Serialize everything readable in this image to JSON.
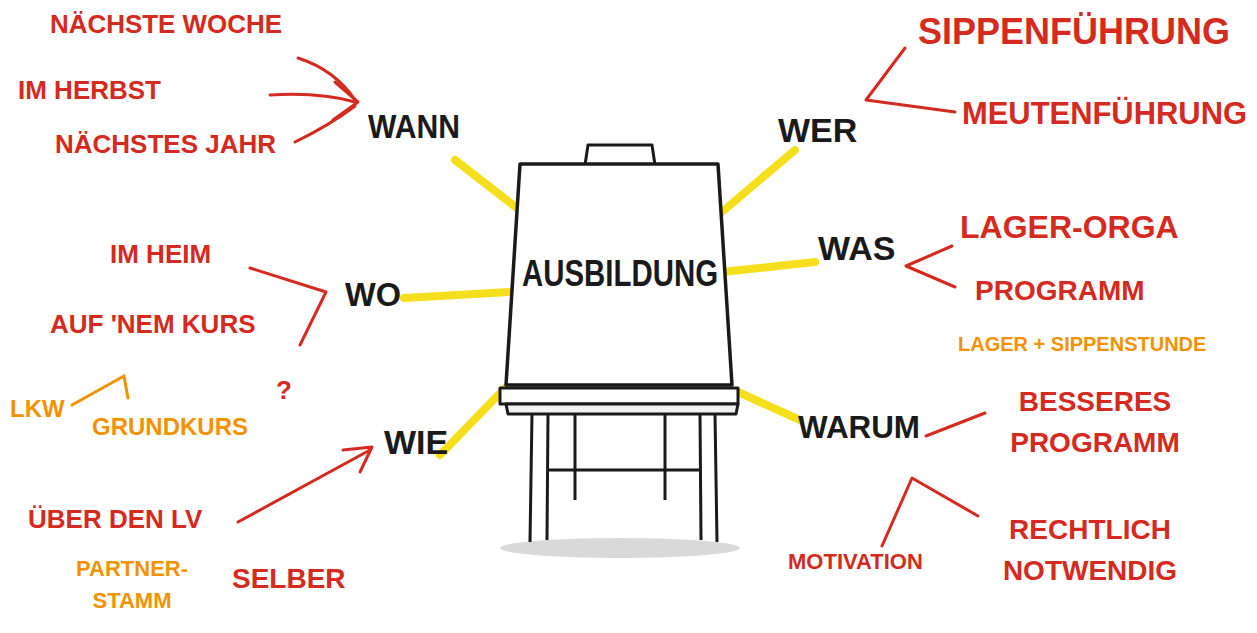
{
  "diagram": {
    "nodes": [
      {
        "text": [
          "AUSBILDUNG"
        ]
      }
    ],
    "labels": [
      "NÄCHSTE WOCHE",
      "IM HERBST",
      "NÄCHSTES JAHR",
      "WANN",
      "WER",
      "SIPPENFÜHRUNG",
      "MEUTENFÜHRUNG",
      "IM HEIM",
      "WO",
      "WAS",
      "LAGER-ORGA",
      "AUF 'NEM KURS",
      "PROGRAMM",
      "LAGER + SIPPENSTUNDE",
      "LKW",
      "GRUNDKURS",
      "?",
      "WIE",
      "WARUM",
      "BESSERES PROGRAMM",
      "ÜBER DEN LV",
      "MOTIVATION",
      "RECHTLICH NOTWENDIG",
      "PARTNER- STAMM",
      "SELBER"
    ]
  }
}
